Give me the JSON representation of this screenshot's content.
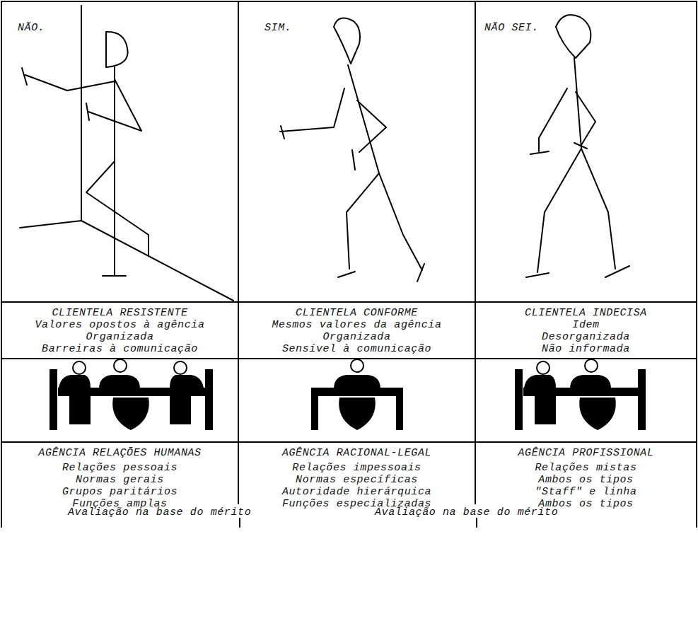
{
  "diagram": {
    "nodes": [
      {
        "text": [
          "NÃO."
        ]
      },
      {
        "text": [
          "SIM."
        ]
      },
      {
        "text": [
          "NÃO SEI."
        ]
      },
      {
        "text": [
          "CLIENTELA RESISTENTE",
          "Valores opostos à agência",
          "Organizada",
          "Barreiras à comunicação"
        ]
      },
      {
        "text": [
          "CLIENTELA CONFORME",
          "Mesmos valores da agência",
          "Organizada",
          "Sensível à comunicação"
        ]
      },
      {
        "text": [
          "CLIENTELA INDECISA",
          "Idem",
          "Desorganizada",
          "Não informada"
        ]
      },
      {
        "text": [
          "AGÊNCIA RELAÇÕES HUMANAS",
          "Relações pessoais",
          "Normas gerais",
          "Grupos paritários",
          "Funções amplas"
        ]
      },
      {
        "text": [
          "AGÊNCIA RACIONAL-LEGAL",
          "Relações impessoais",
          "Normas específicas",
          "Autoridade hierárquica",
          "Funções especializadas"
        ]
      },
      {
        "text": [
          "AGÊNCIA PROFISSIONAL",
          "Relações mistas",
          "Ambos os tipos",
          "\"Staff\" e linha",
          "Ambos os tipos"
        ]
      }
    ],
    "labels": [
      "Avaliação na base do mérito",
      "Avaliação na base do mérito"
    ]
  }
}
